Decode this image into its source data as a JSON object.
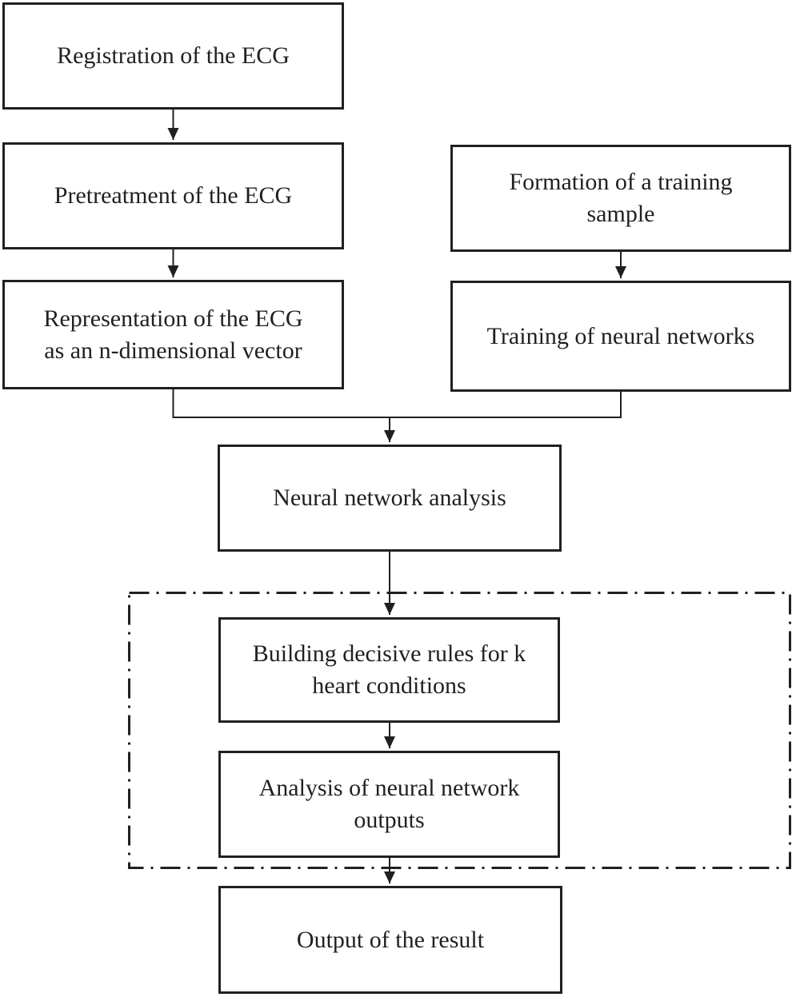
{
  "diagram": {
    "type": "flowchart",
    "background_color": "#ffffff",
    "line_color": "#231f20",
    "nodes": {
      "registration": {
        "label": "Registration of the ECG"
      },
      "pretreatment": {
        "label": "Pretreatment of the ECG"
      },
      "representation": {
        "label": "Representation of the ECG\nas an n-dimensional vector"
      },
      "formation": {
        "label": "Formation of a training\nsample"
      },
      "training": {
        "label": "Training of neural networks"
      },
      "analysis": {
        "label": "Neural network analysis"
      },
      "rules": {
        "label": "Building decisive rules for k\nheart conditions"
      },
      "outputs": {
        "label": "Analysis of neural network\noutputs"
      },
      "result": {
        "label": "Output of the result"
      }
    },
    "edges": [
      {
        "from": "registration",
        "to": "pretreatment"
      },
      {
        "from": "pretreatment",
        "to": "representation"
      },
      {
        "from": "formation",
        "to": "training"
      },
      {
        "from": "representation",
        "to": "analysis",
        "via": "merge-connector"
      },
      {
        "from": "training",
        "to": "analysis",
        "via": "merge-connector"
      },
      {
        "from": "analysis",
        "to": "rules"
      },
      {
        "from": "rules",
        "to": "outputs"
      },
      {
        "from": "outputs",
        "to": "result"
      }
    ],
    "groups": [
      {
        "style": "dash-dot-rectangle",
        "contains": [
          "rules",
          "outputs"
        ]
      }
    ]
  }
}
